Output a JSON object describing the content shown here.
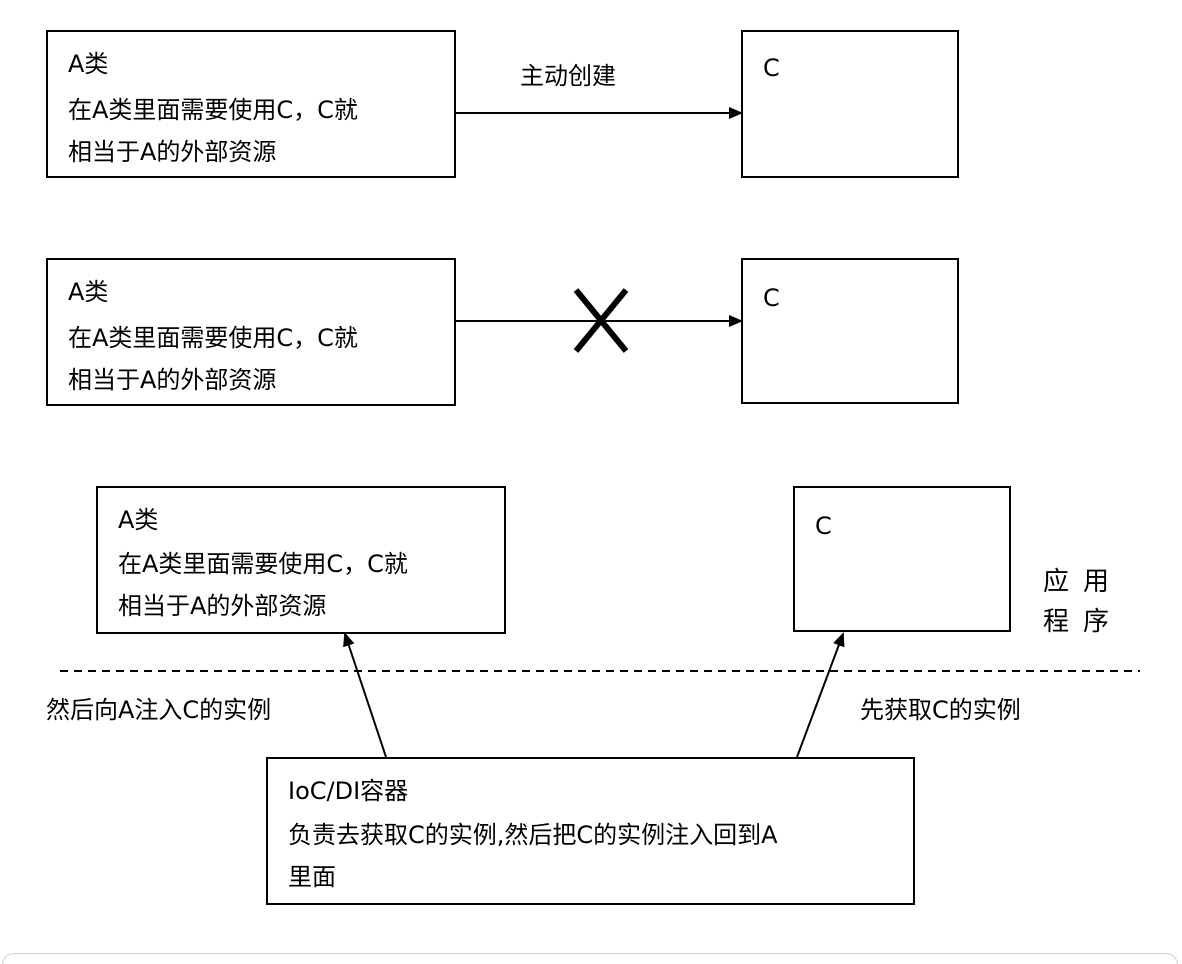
{
  "row1": {
    "class_box": {
      "lines": [
        "A类",
        "在A类里面需要使用C，C就",
        "相当于A的外部资源"
      ]
    },
    "c_box": {
      "label": "C"
    },
    "arrow_label": "主动创建"
  },
  "row2": {
    "class_box": {
      "lines": [
        "A类",
        "在A类里面需要使用C，C就",
        "相当于A的外部资源"
      ]
    },
    "c_box": {
      "label": "C"
    }
  },
  "row3": {
    "class_box": {
      "lines": [
        "A类",
        "在A类里面需要使用C，C就",
        "相当于A的外部资源"
      ]
    },
    "c_box": {
      "label": "C"
    },
    "app_label": {
      "line1": "应用",
      "line2": "程序"
    },
    "left_arrow_label": "然后向A注入C的实例",
    "right_arrow_label": "先获取C的实例",
    "container_box": {
      "lines": [
        "IoC/DI容器",
        "负责去获取C的实例,然后把C的实例注入回到A",
        "里面"
      ]
    }
  },
  "colors": {
    "stroke": "#000000",
    "background": "#ffffff"
  }
}
